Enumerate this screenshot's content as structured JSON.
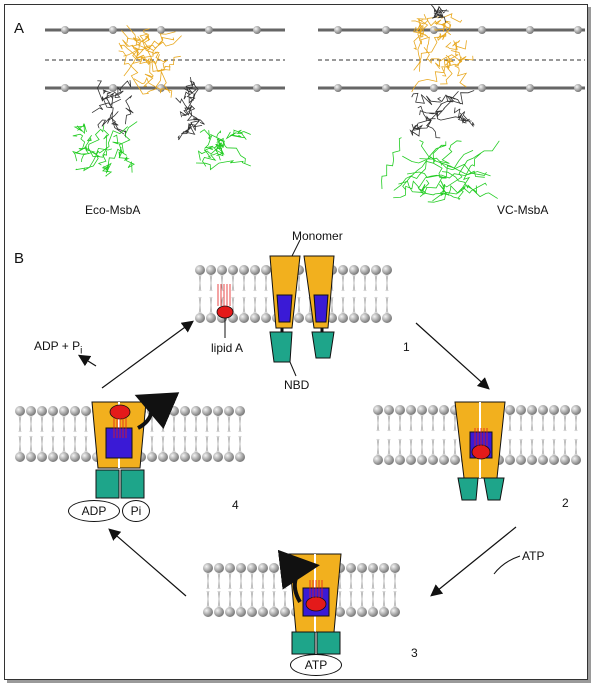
{
  "panels": {
    "a_label": "A",
    "b_label": "B"
  },
  "panel_a": {
    "left_label": "Eco-MsbA",
    "right_label": "VC-MsbA"
  },
  "panel_b": {
    "monomer_label": "Monomer",
    "lipid_label": "lipid A",
    "nbd_label": "NBD",
    "adp_release": "ADP + P",
    "adp_release_sub": "i",
    "atp_input": "ATP",
    "adp_tag": "ADP",
    "pi_tag": "Pi",
    "atp_tag": "ATP",
    "step1": "1",
    "step2": "2",
    "step3": "3",
    "step4": "4"
  },
  "colors": {
    "tm_helix": "#e8a820",
    "nbd_trace": "#22cc22",
    "monomer_fill": "#f2b01e",
    "pocket": "#3a1ad6",
    "nbd_box": "#1ea58a",
    "lipid_a": "#e41a1a",
    "bilayer_head": "#9a9a9a"
  }
}
